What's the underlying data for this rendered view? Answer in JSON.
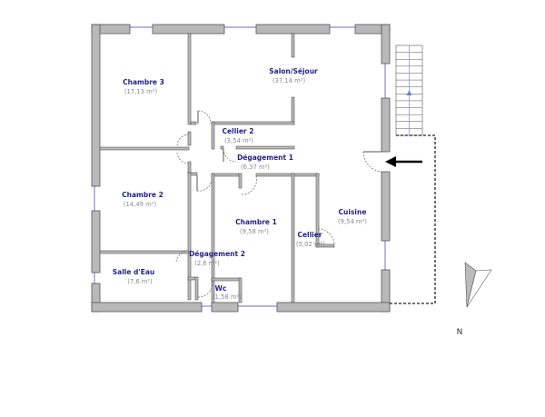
{
  "rooms": [
    {
      "name": "Chambre 3",
      "area": "(17,13 m²)"
    },
    {
      "name": "Salon/Séjour",
      "area": "(37,14 m²)"
    },
    {
      "name": "Cellier 2",
      "area": "(3,54 m²)"
    },
    {
      "name": "Dégagement 1",
      "area": "(6,37 m²)"
    },
    {
      "name": "Chambre 2",
      "area": "(14,49 m²)"
    },
    {
      "name": "Chambre 1",
      "area": "(9,58 m²)"
    },
    {
      "name": "Cuisine",
      "area": "(9,54 m²)"
    },
    {
      "name": "Cellier",
      "area": "(5,02 m²)"
    },
    {
      "name": "Dégagement 2",
      "area": "(2,6 m²)"
    },
    {
      "name": "Salle d'Eau",
      "area": "(7,6 m²)"
    },
    {
      "name": "Wc",
      "area": "(1,58 m²)"
    }
  ],
  "compass": {
    "label": "N"
  },
  "colors": {
    "room_name": "#23238c",
    "room_area": "#8a8a8a",
    "wall": "#b9b9b9",
    "window": "#8a8ad0"
  },
  "icons": {
    "entrance": "arrow-left-icon",
    "stairs": "staircase-icon",
    "compass": "north-arrow-icon"
  }
}
